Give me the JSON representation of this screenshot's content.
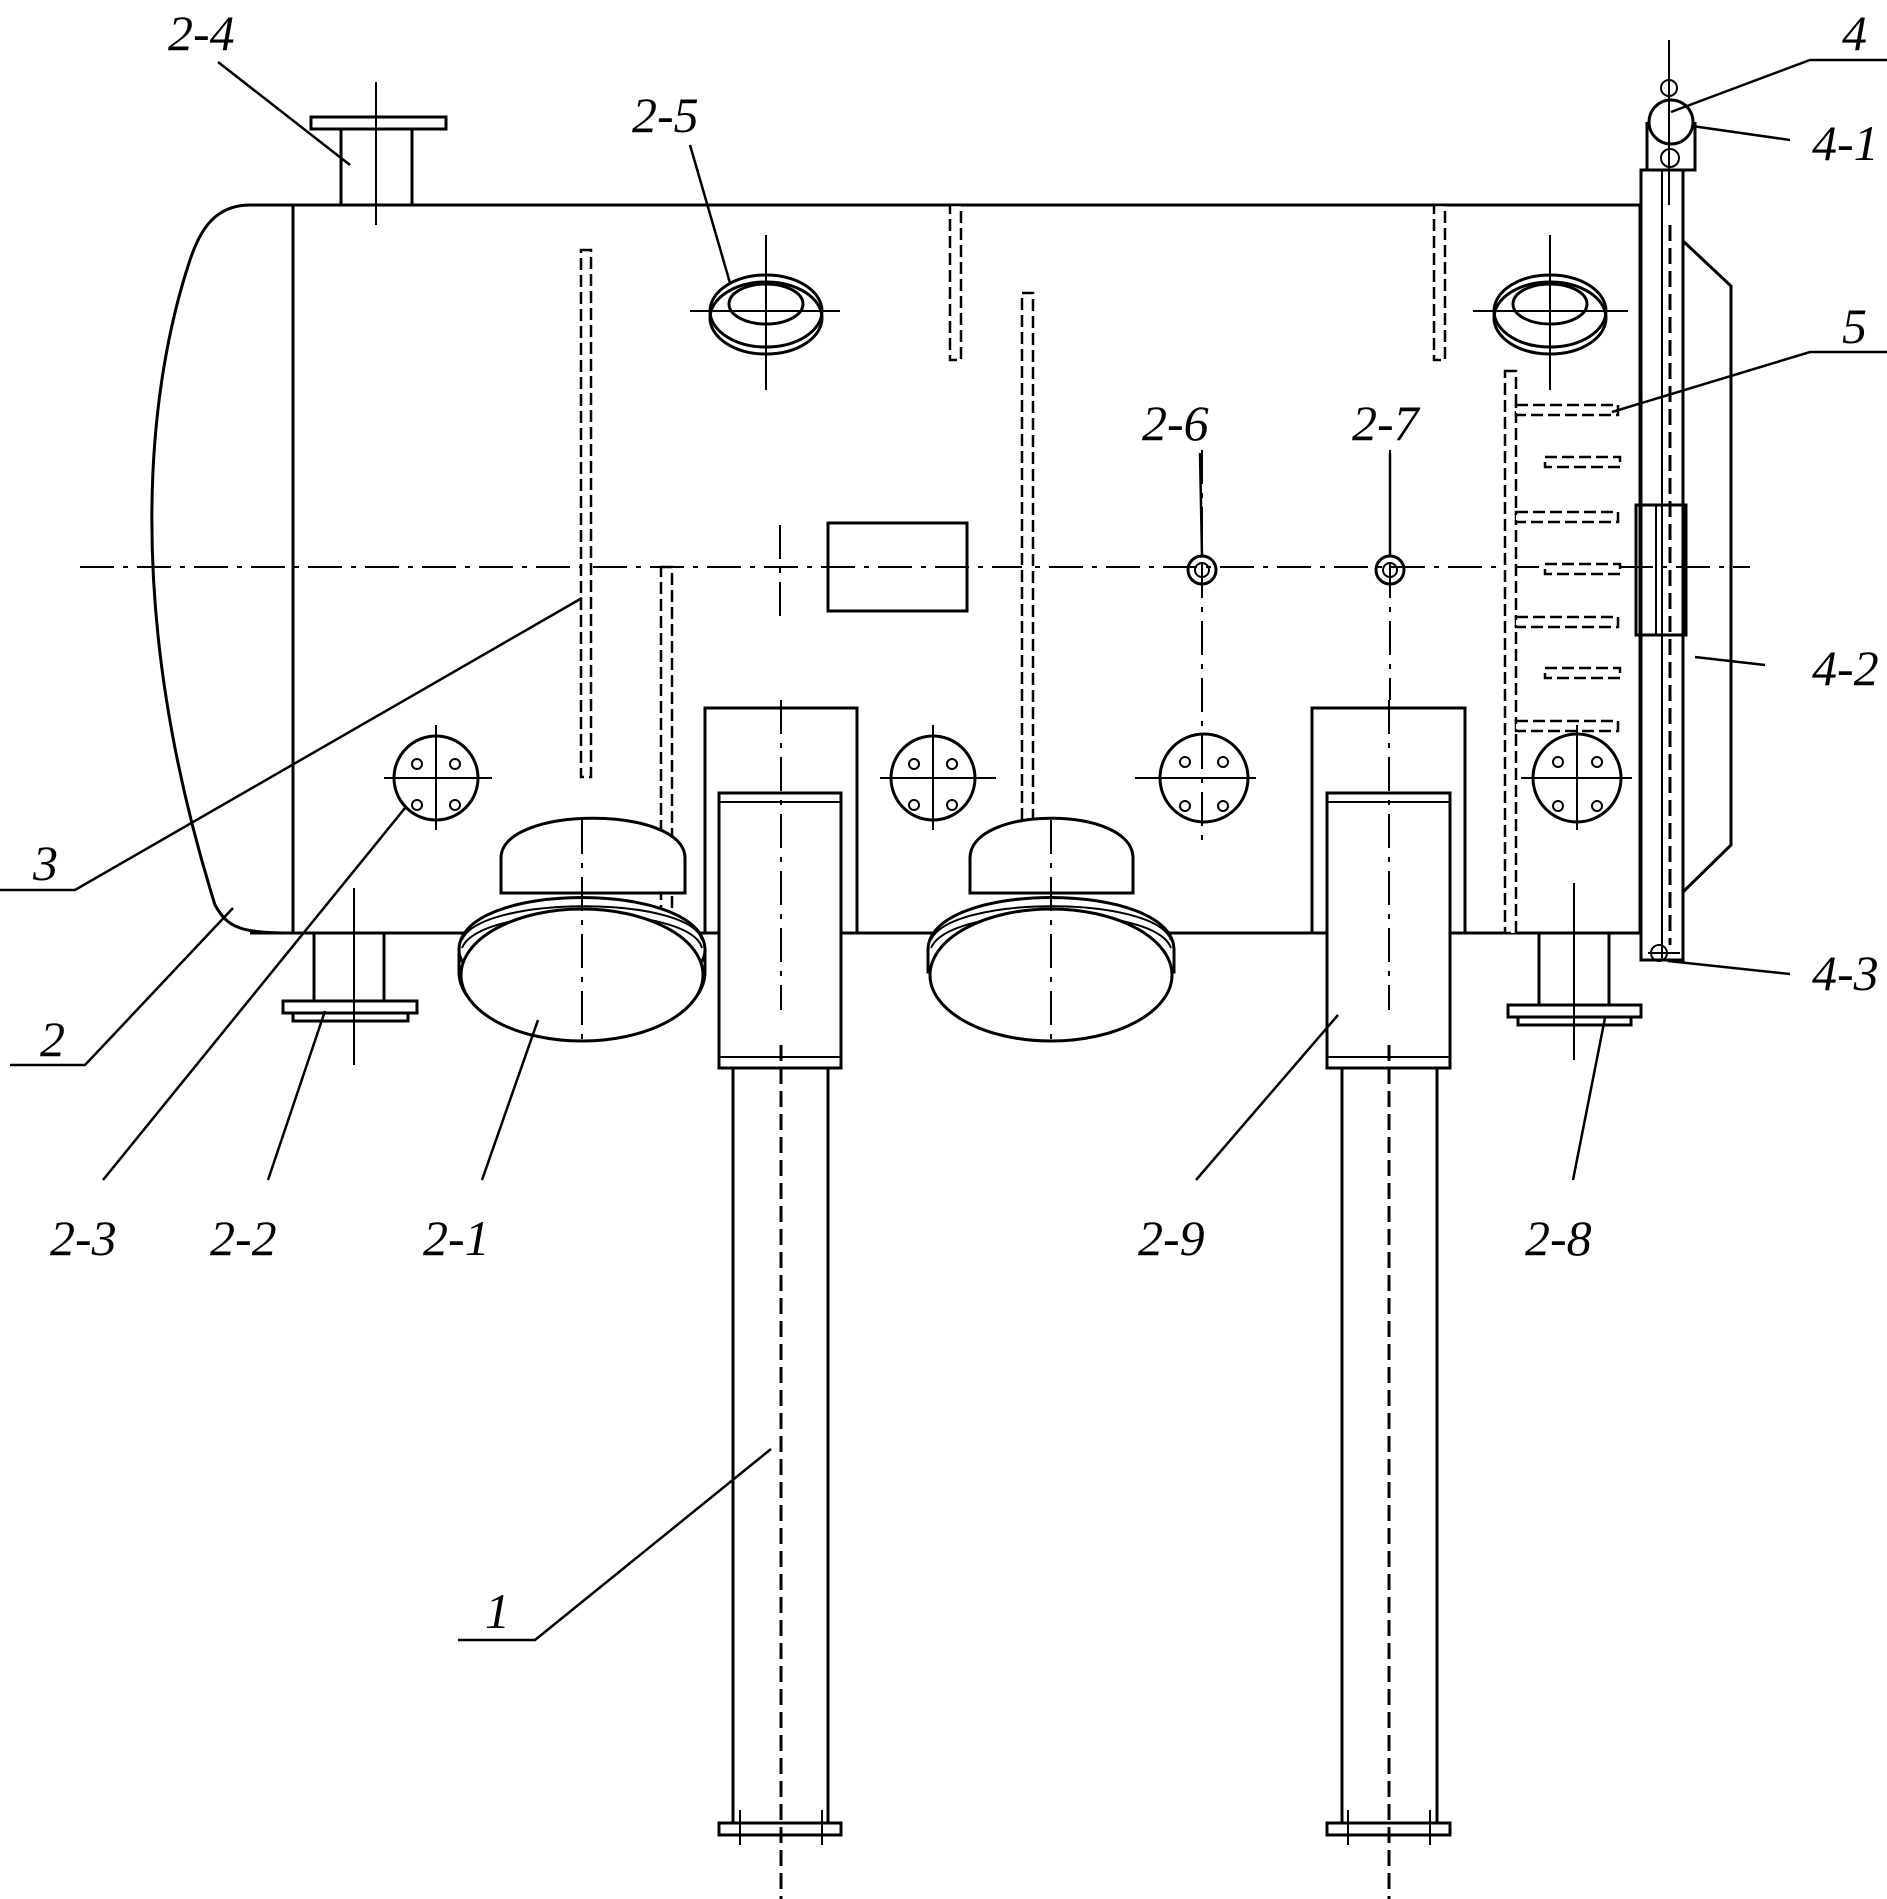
{
  "labels": {
    "l_2_4": "2-4",
    "l_2_5": "2-5",
    "l_4": "4",
    "l_4_1": "4-1",
    "l_5": "5",
    "l_2_6": "2-6",
    "l_2_7": "2-7",
    "l_4_2": "4-2",
    "l_3": "3",
    "l_4_3": "4-3",
    "l_2": "2",
    "l_2_3": "2-3",
    "l_2_2": "2-2",
    "l_2_1": "2-1",
    "l_2_9": "2-9",
    "l_2_8": "2-8",
    "l_1": "1"
  }
}
